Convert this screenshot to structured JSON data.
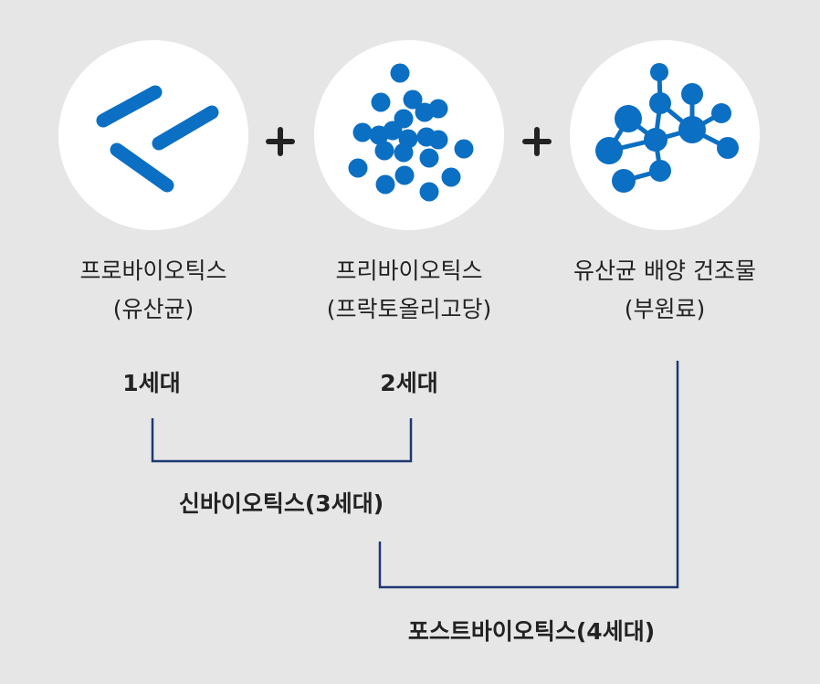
{
  "colors": {
    "background": "#e6e6e6",
    "icon_blue": "#0b6fc3",
    "bracket_navy": "#1e3872"
  },
  "items": [
    {
      "title": "프로바이오틱스",
      "subtitle": "(유산균)",
      "icon": "rod-bacteria-icon"
    },
    {
      "title": "프리바이오틱스",
      "subtitle": "(프락토올리고당)",
      "icon": "particle-cluster-icon"
    },
    {
      "title": "유산균 배양 건조물",
      "subtitle": "(부원료)",
      "icon": "molecule-network-icon"
    }
  ],
  "plus": "+",
  "generations": {
    "first": "1세대",
    "second": "2세대",
    "third": "신바이오틱스(3세대)",
    "fourth": "포스트바이오틱스(4세대)"
  }
}
